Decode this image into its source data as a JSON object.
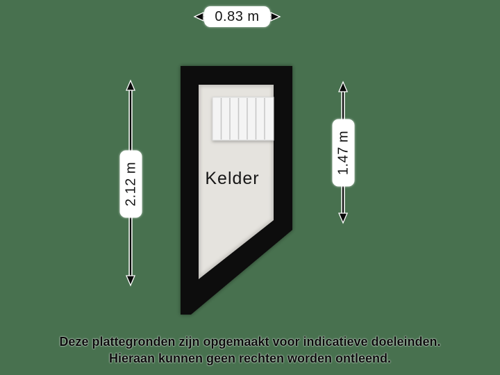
{
  "page": {
    "background_color": "#48714f"
  },
  "floorplan": {
    "room": {
      "label": "Kelder",
      "floor_color": "#e5e3de",
      "wall_color": "#0b0b0b"
    },
    "stairs": {
      "tread_count": 7,
      "fill_color": "#f4f4f4",
      "line_color": "#c6c6c6"
    }
  },
  "dimensions": {
    "width_top": {
      "label": "0.83 m",
      "orientation": "horizontal"
    },
    "height_left": {
      "label": "2.12 m",
      "orientation": "vertical"
    },
    "height_right": {
      "label": "1.47 m",
      "orientation": "vertical"
    }
  },
  "disclaimer": {
    "line1": "Deze plattegronden zijn opgemaakt voor indicatieve doeleinden.",
    "line2": "Hieraan kunnen geen rechten worden ontleend."
  }
}
